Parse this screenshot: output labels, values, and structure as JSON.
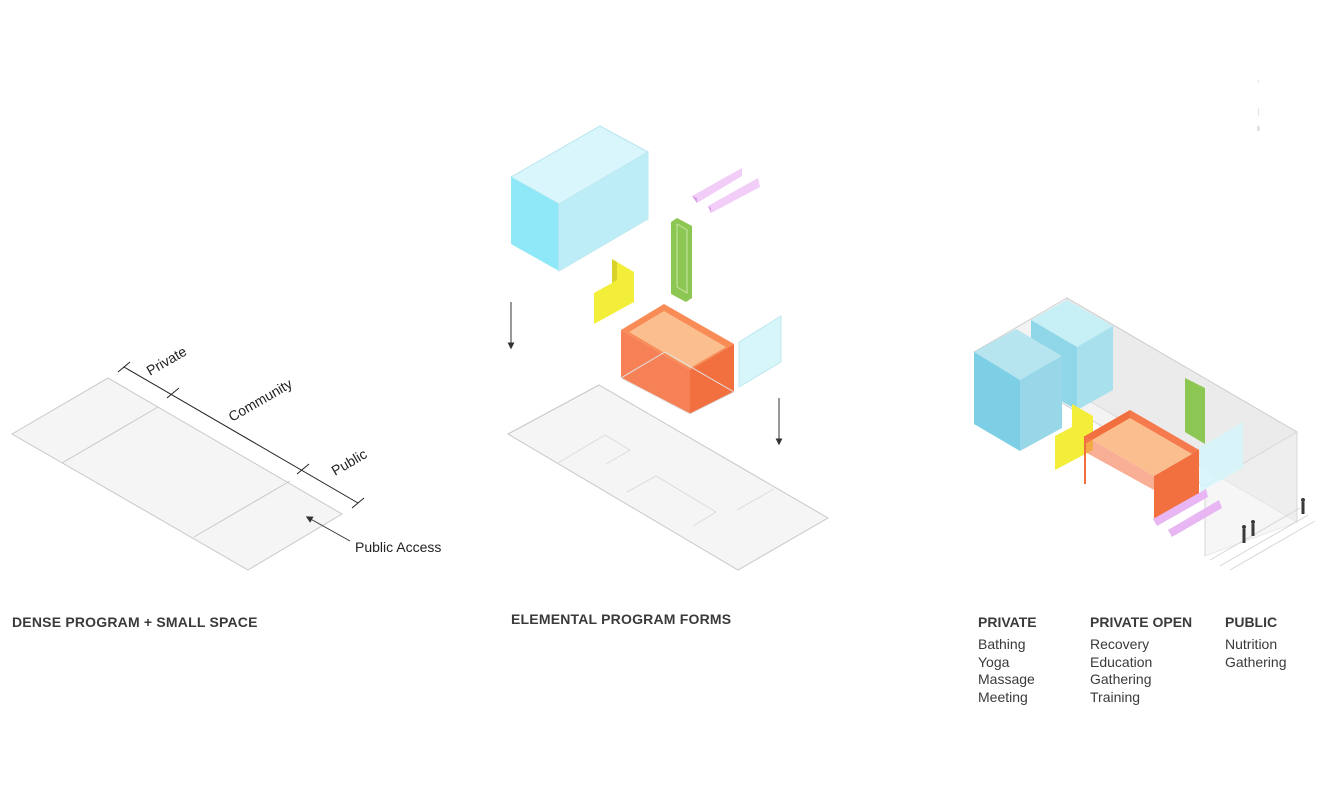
{
  "diagram1": {
    "labels": {
      "private": "Private",
      "community": "Community",
      "public": "Public",
      "public_access": "Public Access"
    },
    "caption": "DENSE PROGRAM + SMALL SPACE"
  },
  "diagram2": {
    "caption": "ELEMENTAL PROGRAM FORMS"
  },
  "diagram3": {
    "legend": [
      {
        "heading": "PRIVATE",
        "items": [
          "Bathing",
          "Yoga",
          "Massage",
          "Meeting"
        ]
      },
      {
        "heading": "PRIVATE OPEN",
        "items": [
          "Recovery",
          "Education",
          "Gathering",
          "Training"
        ]
      },
      {
        "heading": "PUBLIC",
        "items": [
          "Nutrition",
          "Gathering"
        ]
      }
    ]
  },
  "colors": {
    "floor_fill": "#f4f4f4",
    "floor_stroke": "#c6c6c6",
    "blue_volume": "#8fe8f8",
    "blue_volume_solid": "#7ccfe4",
    "purple_bench": "#e8b6f2",
    "green_panel": "#8cc653",
    "yellow_panel": "#f2ee3a",
    "orange_box": "#f57a4e",
    "orange_floor": "#fbbf8f",
    "glass": "#d6f6fa"
  }
}
